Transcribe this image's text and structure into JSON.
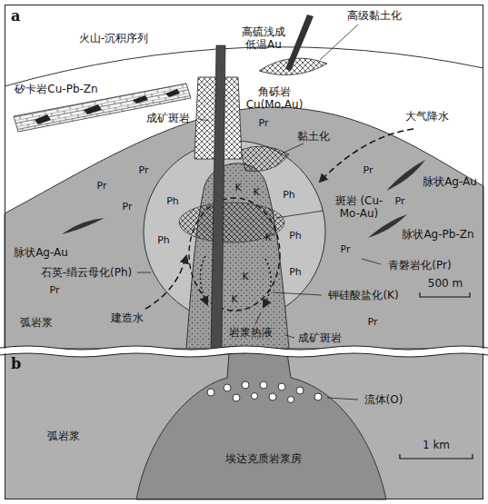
{
  "diagram": {
    "nodes": [
      {
        "text": [
          "a"
        ]
      },
      {
        "text": [
          "b"
        ]
      }
    ],
    "labels": [
      "火山-沉积序列",
      "高级黏土化",
      "高硫浅成 低温Au",
      "矽卡岩Cu-Pb-Zn",
      "角砾岩 Cu(Mo,Au)",
      "成矿斑岩",
      "大气降水",
      "黏土化",
      "斑岩 (Cu-Mo-Au)",
      "脉状Ag-Au",
      "脉状Ag-Pb-Zn",
      "脉状Ag-Au",
      "石英-绢云母化(Ph)",
      "青磐岩化(Pr)",
      "钾硅酸盐化(K)",
      "建造水",
      "岩浆热液",
      "成矿斑岩",
      "弧岩浆",
      "500 m",
      "Pr",
      "Pr",
      "Pr",
      "Pr",
      "Pr",
      "Pr",
      "Pr",
      "Pr",
      "Pr",
      "Ph",
      "Ph",
      "Ph",
      "Ph",
      "Ph",
      "K",
      "K",
      "K",
      "K",
      "K",
      "流体(O)",
      "埃达克质岩浆房",
      "弧岩浆",
      "1 km"
    ]
  }
}
